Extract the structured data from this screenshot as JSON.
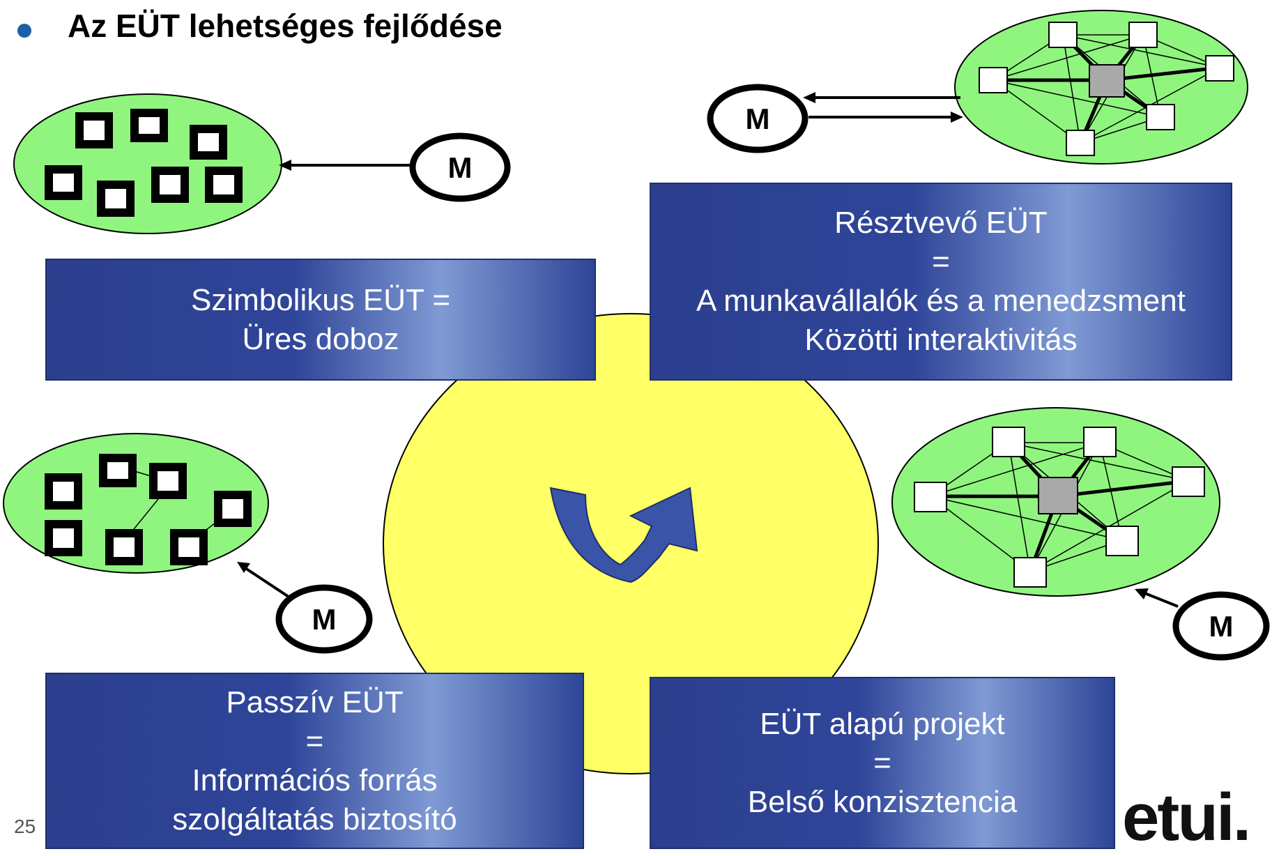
{
  "title": "Az EÜT lehetséges fejlődése",
  "page_number": "25",
  "logo_text": "etui.",
  "management_label": "M",
  "boxes": {
    "symbolic": {
      "line1": "Szimbolikus EÜT =",
      "line2": "Üres doboz"
    },
    "participative": {
      "line1": "Résztvevő EÜT",
      "line2": "=",
      "line3": "A munkavállalók és a menedzsment",
      "line4": "Közötti interaktivitás"
    },
    "passive": {
      "line1": "Passzív EÜT",
      "line2": "=",
      "line3": "Információs forrás",
      "line4": "szolgáltatás biztosító"
    },
    "project": {
      "line1": "EÜT alapú projekt",
      "line2": "=",
      "line3": "Belső konzisztencia"
    }
  },
  "colors": {
    "cluster_fill": "#8ff57e",
    "center_circle": "#ffff66",
    "box_dark": "#2c3f8e",
    "box_light": "#7f9ad4",
    "hub_fill": "#a9a9a9",
    "bullet": "#1a5fa8",
    "curved_arrow": "#3a54a8"
  }
}
